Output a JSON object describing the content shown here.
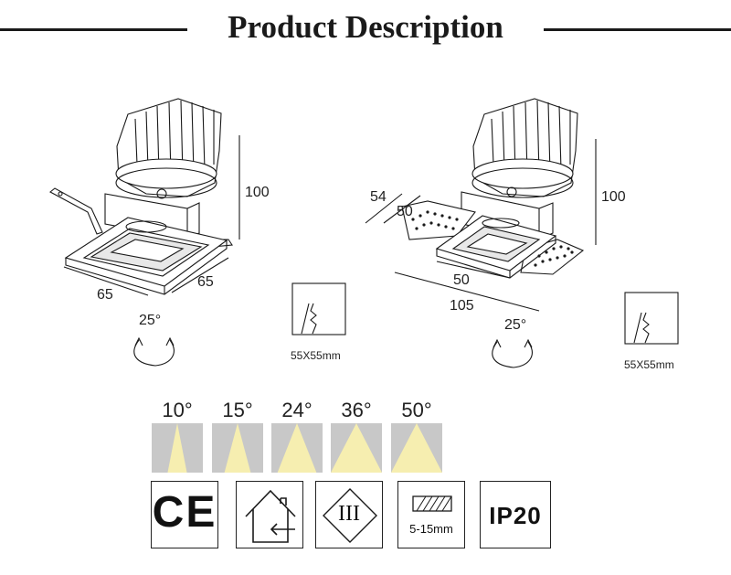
{
  "header": {
    "title": "Product Description"
  },
  "left_fixture": {
    "height_label": "100",
    "width_label_a": "65",
    "width_label_b": "65",
    "rotation_label": "25°",
    "cutout_label": "55X55mm"
  },
  "right_fixture": {
    "height_label": "100",
    "top_label_a": "54",
    "top_label_b": "50",
    "front_label_a": "50",
    "front_label_b": "105",
    "rotation_label": "25°",
    "cutout_label": "55X55mm"
  },
  "beam_angles": [
    {
      "label": "10°",
      "value": 10
    },
    {
      "label": "15°",
      "value": 15
    },
    {
      "label": "24°",
      "value": 24
    },
    {
      "label": "36°",
      "value": 36
    },
    {
      "label": "50°",
      "value": 50
    }
  ],
  "certifications": {
    "ce": "CE",
    "class_iii": "III",
    "ceiling_thickness": "5-15mm",
    "ip_rating": "IP20"
  },
  "colors": {
    "beam_fill": "#f6eeb0",
    "beam_bg": "#c8c8c8",
    "line": "#1a1a1a"
  }
}
